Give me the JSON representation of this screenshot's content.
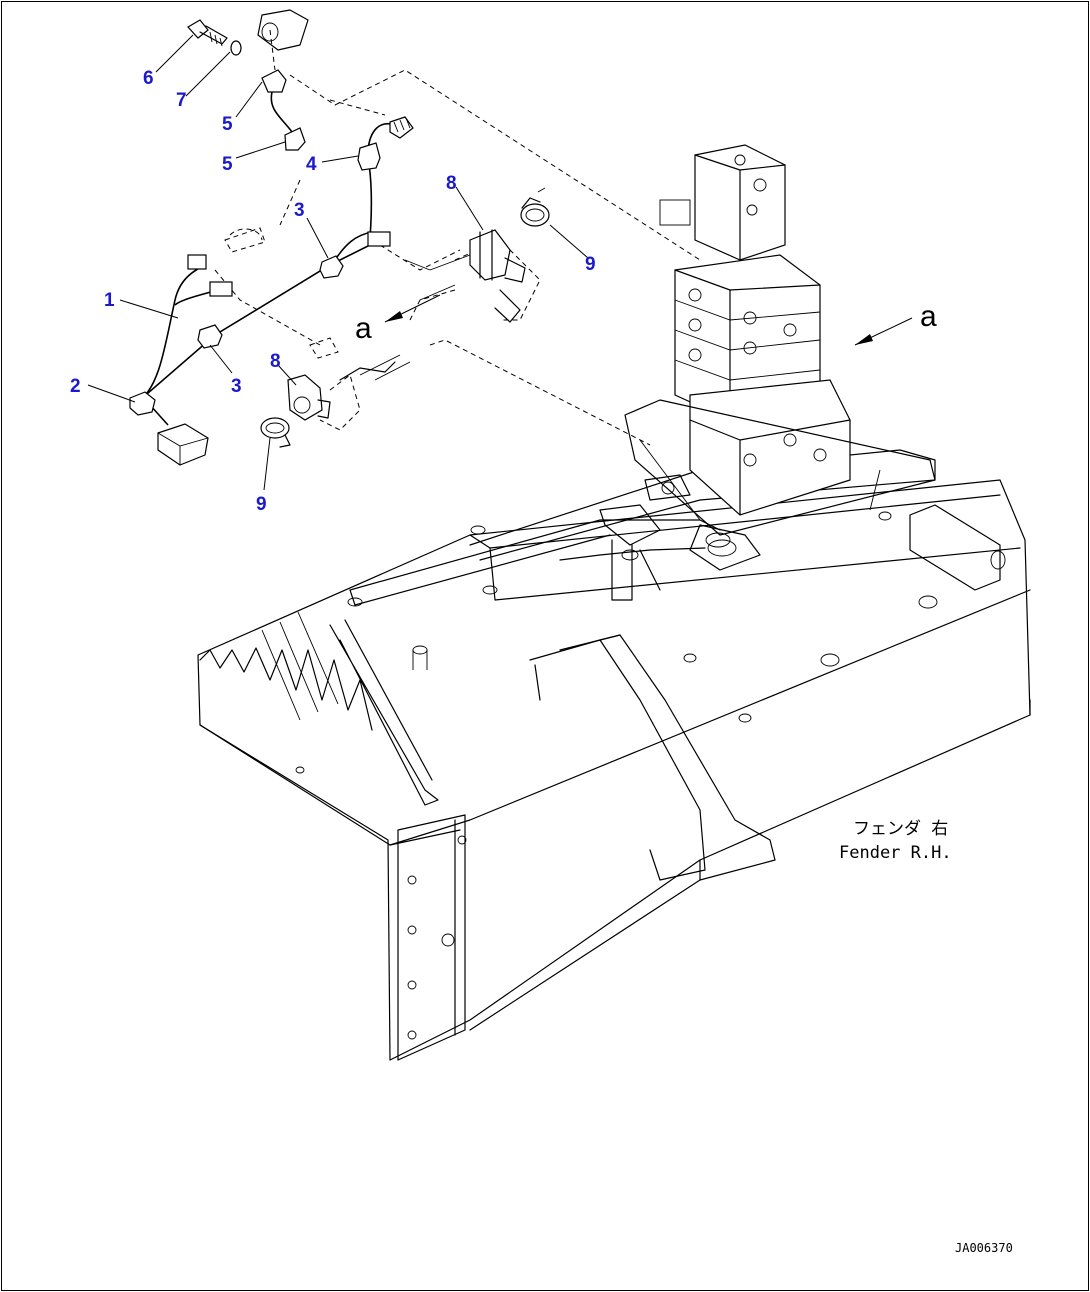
{
  "callouts": {
    "c1": "1",
    "c2": "2",
    "c3a": "3",
    "c3b": "3",
    "c4": "4",
    "c5a": "5",
    "c5b": "5",
    "c6": "6",
    "c7": "7",
    "c8a": "8",
    "c8b": "8",
    "c9a": "9",
    "c9b": "9"
  },
  "view_markers": {
    "left": "a",
    "right": "a"
  },
  "notes": {
    "fender_jp": "フェンダ 右",
    "fender_en": "Fender R.H."
  },
  "drawing_number": "JA006370",
  "colors": {
    "callout": "#1a1acc",
    "line": "#000000",
    "background": "#ffffff"
  }
}
